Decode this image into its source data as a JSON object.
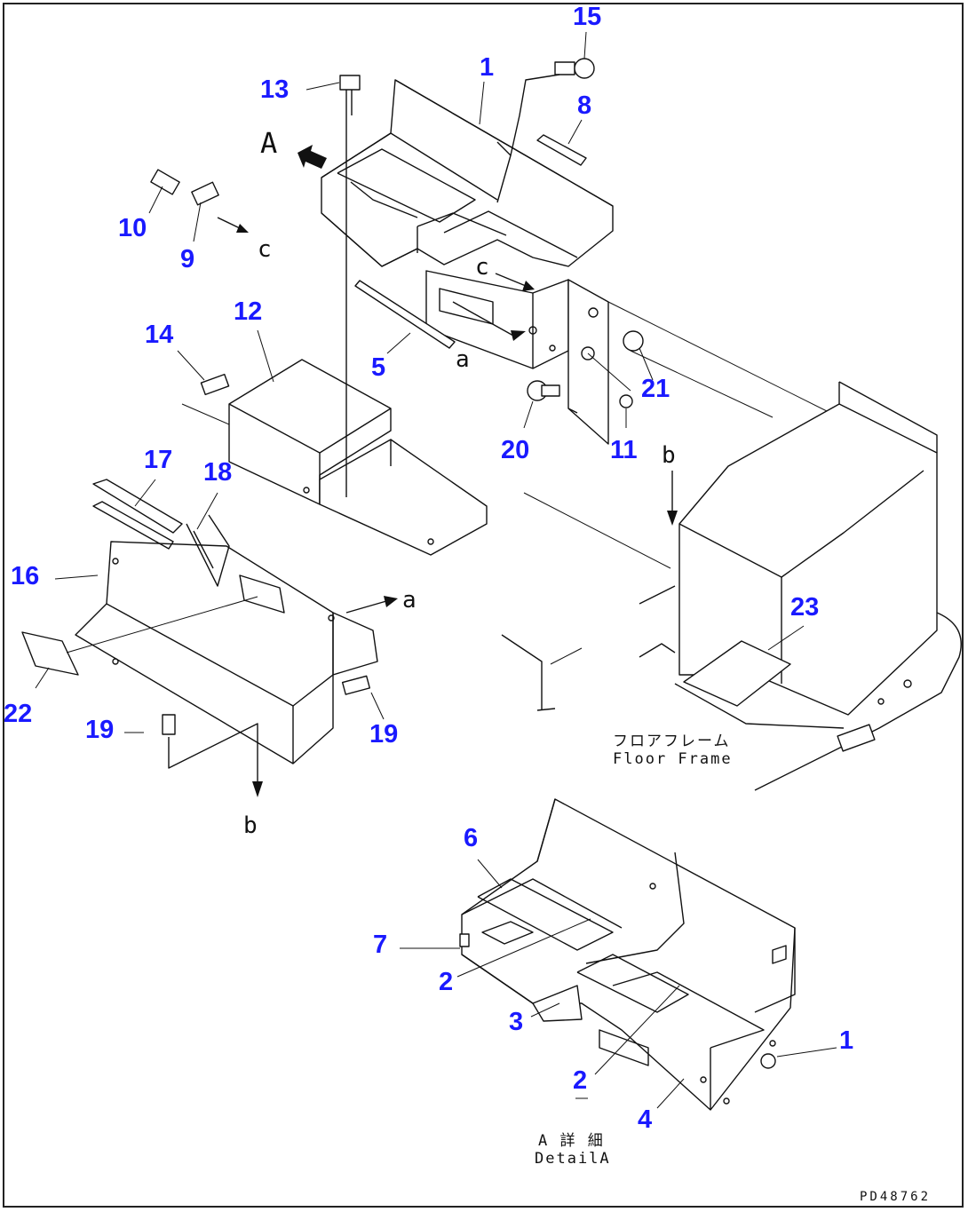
{
  "diagram": {
    "callout_color": "#1a1aff",
    "line_color": "#111111",
    "view_arrow_label": "A",
    "detail_caption": {
      "line1": "A 詳 細",
      "line2": "DetailA"
    },
    "floor_frame_caption": {
      "line1": "フロアフレーム",
      "line2": "Floor Frame"
    },
    "drawing_code": "PD48762",
    "refs": {
      "a": "a",
      "b": "b",
      "c": "c"
    },
    "callouts": {
      "c1_top": "1",
      "c1_detail": "1",
      "c2_a": "2",
      "c2_b": "2",
      "c3": "3",
      "c4": "4",
      "c5": "5",
      "c6": "6",
      "c7": "7",
      "c8": "8",
      "c9": "9",
      "c10": "10",
      "c11": "11",
      "c12": "12",
      "c13": "13",
      "c14": "14",
      "c15": "15",
      "c16": "16",
      "c17": "17",
      "c18": "18",
      "c19_a": "19",
      "c19_b": "19",
      "c20": "20",
      "c21": "21",
      "c22": "22",
      "c23": "23"
    }
  }
}
